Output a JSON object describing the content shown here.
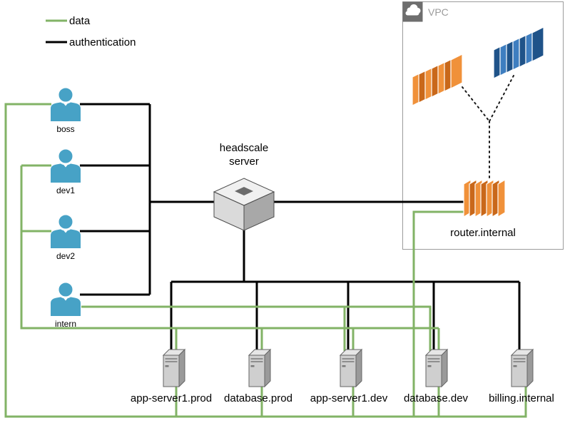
{
  "colors": {
    "data-line": "#82B366",
    "auth-line": "#000000",
    "user-blue": "#47A2C6",
    "orange-light": "#F0913A",
    "orange-dark": "#C9681A",
    "blue-light": "#3E7EC0",
    "blue-dark": "#1F5389",
    "vpc-tab": "#6E6E6E",
    "vpc-border": "#9B9B9B"
  },
  "legend": {
    "items": [
      {
        "label": "data",
        "line_color": "#82B366"
      },
      {
        "label": "authentication",
        "line_color": "#000000"
      }
    ]
  },
  "users": [
    {
      "name": "boss"
    },
    {
      "name": "dev1"
    },
    {
      "name": "dev2"
    },
    {
      "name": "intern"
    }
  ],
  "headscale": {
    "label_line1": "headscale",
    "label_line2": "server"
  },
  "vpc": {
    "label": "VPC",
    "router_label": "router.internal"
  },
  "servers": [
    {
      "name": "app-server1.prod"
    },
    {
      "name": "database.prod"
    },
    {
      "name": "app-server1.dev"
    },
    {
      "name": "database.dev"
    },
    {
      "name": "billing.internal"
    }
  ],
  "connections": {
    "authentication": [
      "boss - headscale server",
      "dev1 - headscale server",
      "dev2 - headscale server",
      "intern - headscale server",
      "headscale server - router.internal",
      "headscale server - app-server1.prod",
      "headscale server - database.prod",
      "headscale server - app-server1.dev",
      "headscale server - database.dev",
      "headscale server - billing.internal"
    ],
    "data": [
      "boss - app-server1.prod, database.prod, app-server1.dev, database.dev, billing.internal",
      "dev1, dev2 - app-server1.prod, database.prod, app-server1.dev, database.dev",
      "intern - app-server1.dev, database.dev",
      "router.internal - data bus"
    ]
  }
}
